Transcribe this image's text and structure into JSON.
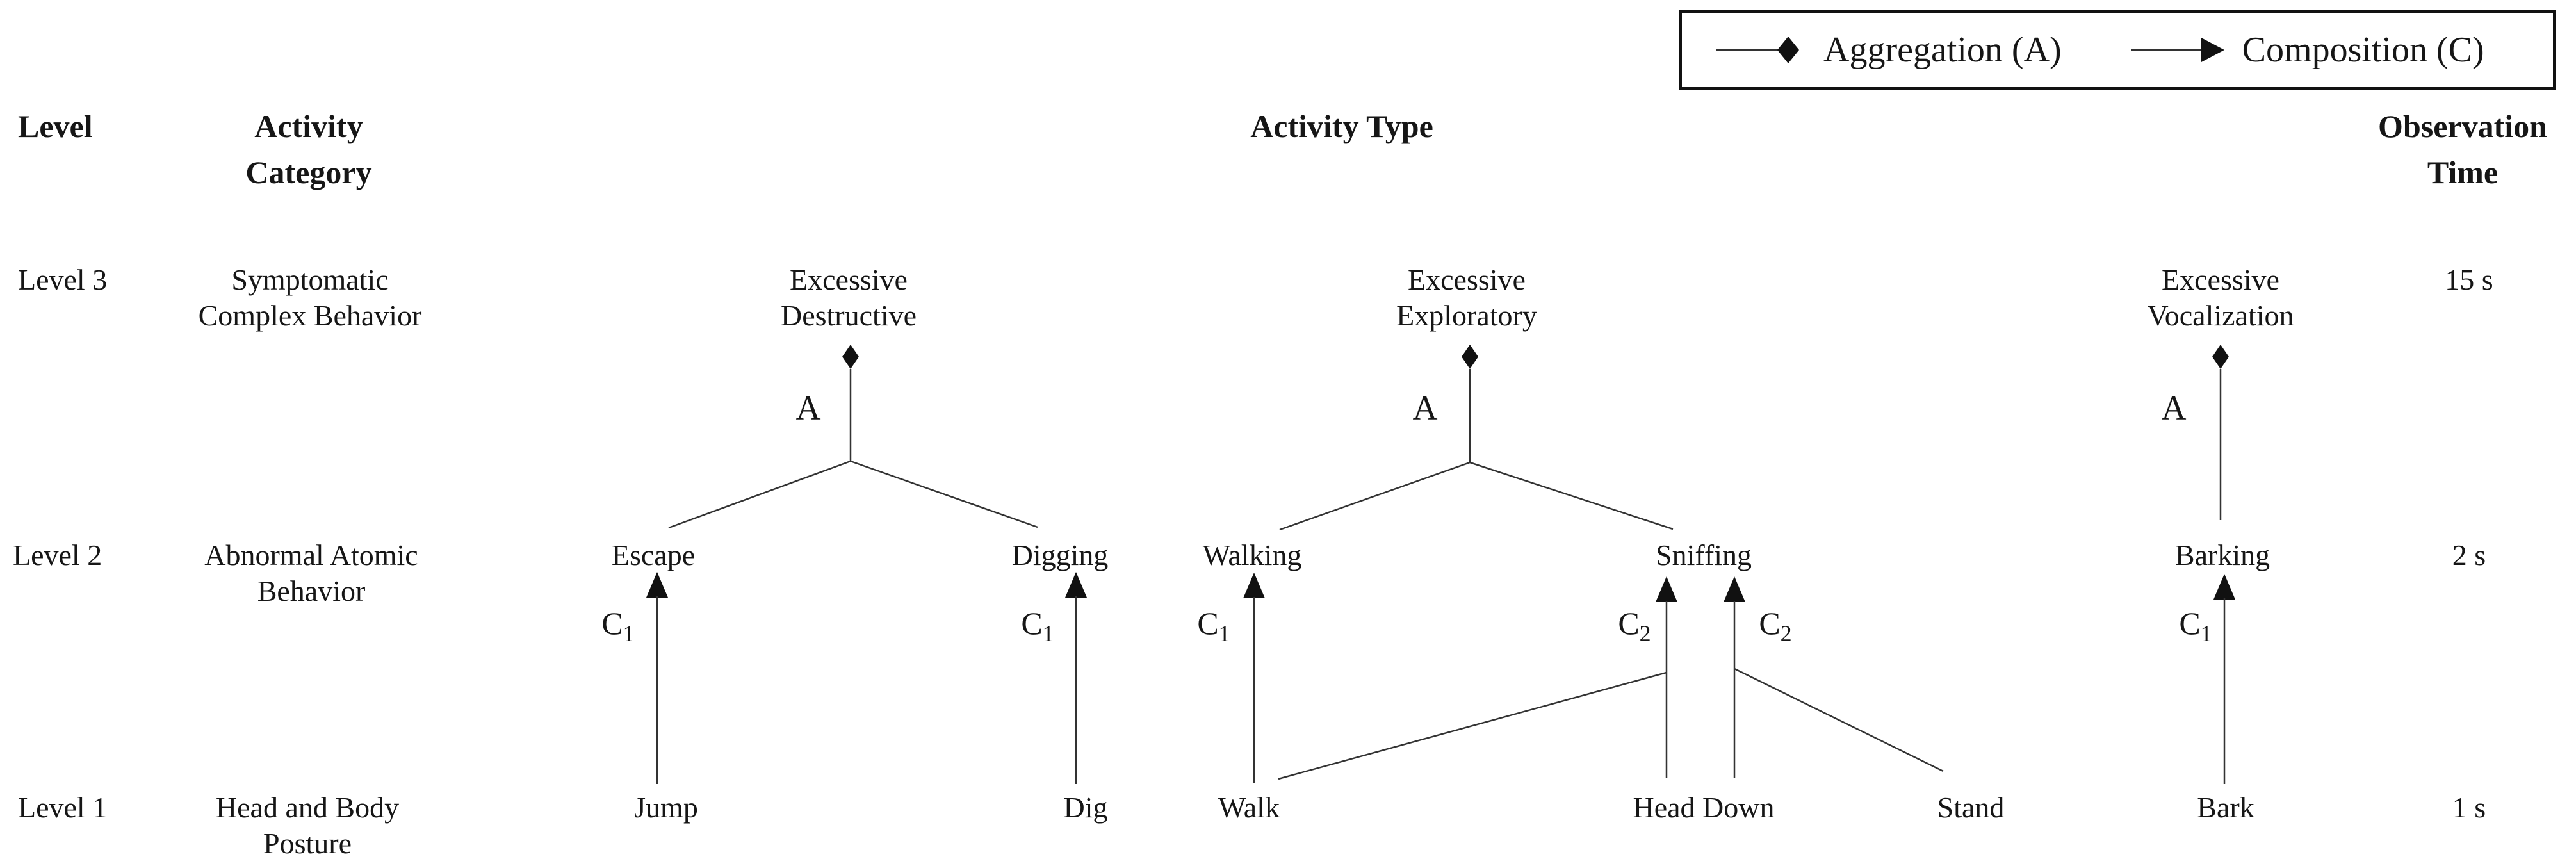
{
  "legend": {
    "items": [
      {
        "marker": "aggregation-diamond-icon",
        "label": "Aggregation (A)"
      },
      {
        "marker": "composition-arrow-icon",
        "label": "Composition (C)"
      }
    ]
  },
  "headers": {
    "level": "Level",
    "activity_category": [
      "Activity",
      "Category"
    ],
    "activity_type": "Activity Type",
    "observation_time": [
      "Observation",
      "Time"
    ]
  },
  "levels": [
    {
      "name": "Level 3",
      "category": [
        "Symptomatic",
        "Complex Behavior"
      ],
      "observation_time": "15 s"
    },
    {
      "name": "Level 2",
      "category": [
        "Abnormal Atomic",
        "Behavior"
      ],
      "observation_time": "2 s"
    },
    {
      "name": "Level 1",
      "category": [
        "Head and Body",
        "Posture"
      ],
      "observation_time": "1 s"
    }
  ],
  "nodes": {
    "level3": [
      {
        "id": "excessive-destructive",
        "lines": [
          "Excessive",
          "Destructive"
        ]
      },
      {
        "id": "excessive-exploratory",
        "lines": [
          "Excessive",
          "Exploratory"
        ]
      },
      {
        "id": "excessive-vocalization",
        "lines": [
          "Excessive",
          "Vocalization"
        ]
      }
    ],
    "level2": [
      {
        "id": "escape",
        "label": "Escape"
      },
      {
        "id": "digging",
        "label": "Digging"
      },
      {
        "id": "walking",
        "label": "Walking"
      },
      {
        "id": "sniffing",
        "label": "Sniffing"
      },
      {
        "id": "barking",
        "label": "Barking"
      }
    ],
    "level1": [
      {
        "id": "jump",
        "label": "Jump"
      },
      {
        "id": "dig",
        "label": "Dig"
      },
      {
        "id": "walk",
        "label": "Walk"
      },
      {
        "id": "head-down",
        "label": "Head Down"
      },
      {
        "id": "stand",
        "label": "Stand"
      },
      {
        "id": "bark",
        "label": "Bark"
      }
    ]
  },
  "edges": {
    "aggregations": [
      {
        "parent": "Excessive Destructive",
        "children": [
          "Escape",
          "Digging"
        ],
        "label": "A"
      },
      {
        "parent": "Excessive Exploratory",
        "children": [
          "Walking",
          "Sniffing"
        ],
        "label": "A"
      },
      {
        "parent": "Excessive Vocalization",
        "children": [
          "Barking"
        ],
        "label": "A"
      }
    ],
    "compositions": [
      {
        "to": "Escape",
        "from": [
          "Jump"
        ],
        "label": "C",
        "sub": "1"
      },
      {
        "to": "Digging",
        "from": [
          "Dig"
        ],
        "label": "C",
        "sub": "1"
      },
      {
        "to": "Walking",
        "from": [
          "Walk"
        ],
        "label": "C",
        "sub": "1"
      },
      {
        "to": "Sniffing",
        "from": [
          "Walk",
          "Head Down"
        ],
        "label": "C",
        "sub": "2"
      },
      {
        "to": "Sniffing",
        "from": [
          "Head Down",
          "Stand"
        ],
        "label": "C",
        "sub": "2"
      },
      {
        "to": "Barking",
        "from": [
          "Bark"
        ],
        "label": "C",
        "sub": "1"
      }
    ]
  }
}
